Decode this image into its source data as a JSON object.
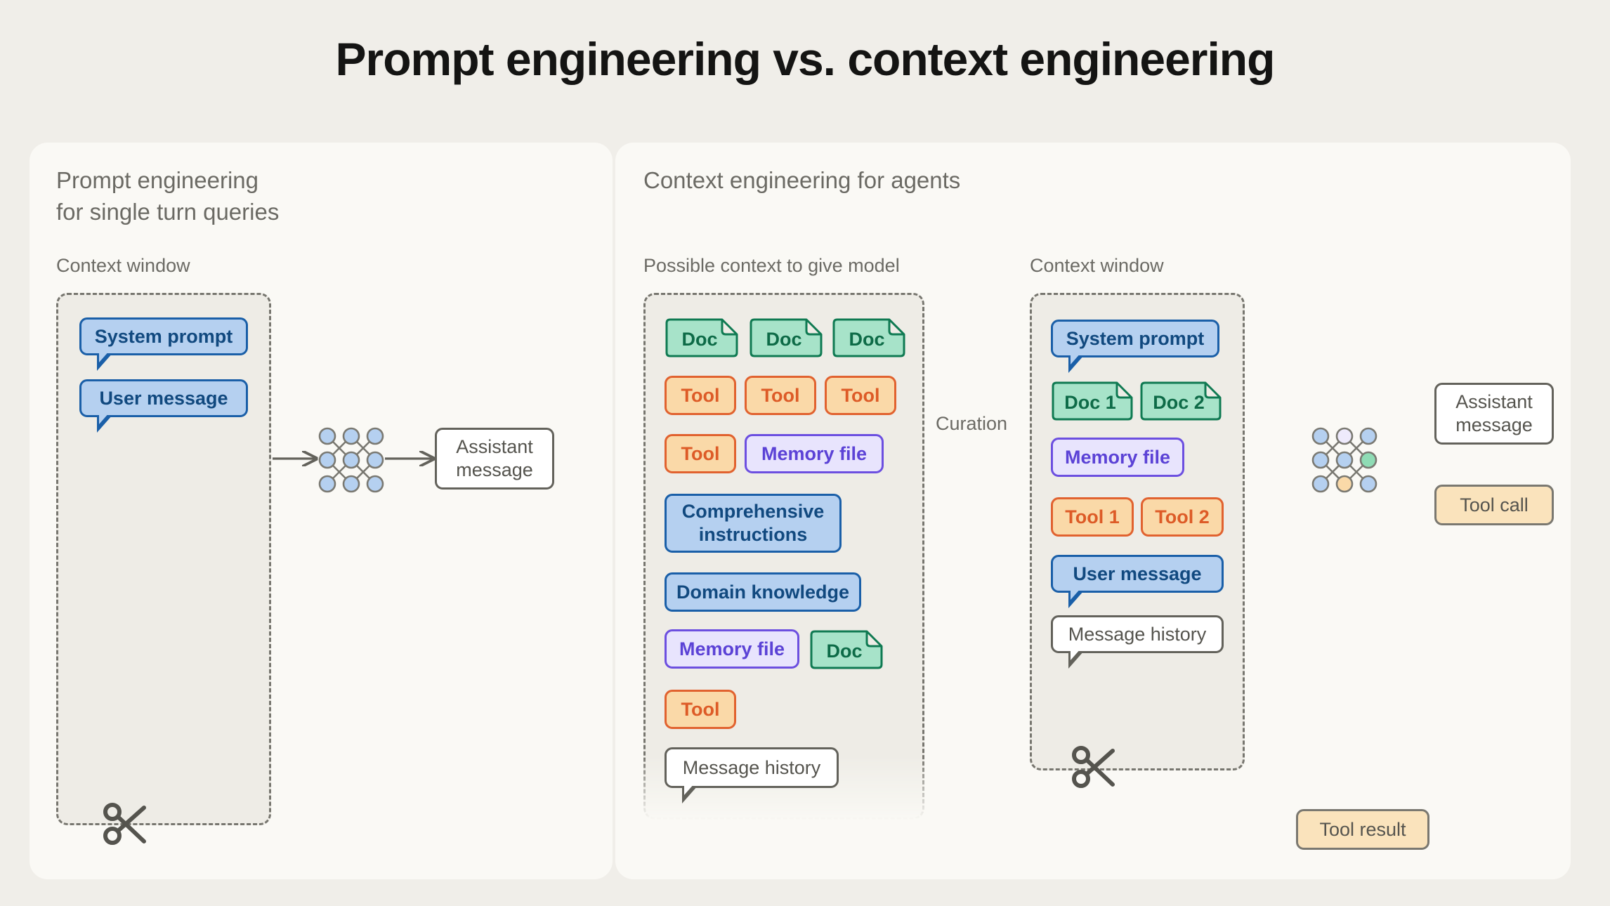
{
  "page": {
    "title": "Prompt engineering vs. context engineering",
    "bg_color": "#f0eee9",
    "panel_color": "#faf9f5"
  },
  "colors": {
    "blue_fill": "#b5d0f0",
    "blue_border": "#1a5fa8",
    "orange_fill": "#fad9a8",
    "orange_border": "#e1622f",
    "green_fill": "#a7e3c9",
    "green_border": "#0f7a52",
    "purple_fill": "#e8e4fd",
    "purple_border": "#6c4fe0",
    "tan_fill": "#fae3bc",
    "gray_border": "#63625b",
    "text_muted": "#6b6a64"
  },
  "left_panel": {
    "heading": "Prompt engineering\nfor single turn queries",
    "context_window_label": "Context window",
    "items": [
      {
        "label": "System prompt",
        "kind": "blue-bubble"
      },
      {
        "label": "User message",
        "kind": "blue-bubble"
      }
    ],
    "output": {
      "label": "Assistant\nmessage",
      "kind": "white-box"
    },
    "scissors_icon": "scissors-icon"
  },
  "right_panel": {
    "heading": "Context engineering for agents",
    "possible_context_label": "Possible context to give model",
    "context_window_label": "Context window",
    "curation_label": "Curation",
    "possible_context_items": [
      {
        "label": "Doc",
        "kind": "doc"
      },
      {
        "label": "Doc",
        "kind": "doc"
      },
      {
        "label": "Doc",
        "kind": "doc"
      },
      {
        "label": "Tool",
        "kind": "orange"
      },
      {
        "label": "Tool",
        "kind": "orange"
      },
      {
        "label": "Tool",
        "kind": "orange"
      },
      {
        "label": "Tool",
        "kind": "orange"
      },
      {
        "label": "Memory file",
        "kind": "purple"
      },
      {
        "label": "Comprehensive\ninstructions",
        "kind": "blue"
      },
      {
        "label": "Domain knowledge",
        "kind": "blue"
      },
      {
        "label": "Memory file",
        "kind": "purple"
      },
      {
        "label": "Doc",
        "kind": "doc"
      },
      {
        "label": "Tool",
        "kind": "orange"
      },
      {
        "label": "Message history",
        "kind": "white-bubble"
      }
    ],
    "context_window_items": [
      {
        "label": "System prompt",
        "kind": "blue-bubble"
      },
      {
        "label": "Doc 1",
        "kind": "doc"
      },
      {
        "label": "Doc 2",
        "kind": "doc"
      },
      {
        "label": "Memory file",
        "kind": "purple"
      },
      {
        "label": "Tool 1",
        "kind": "orange"
      },
      {
        "label": "Tool 2",
        "kind": "orange"
      },
      {
        "label": "User message",
        "kind": "blue-bubble"
      },
      {
        "label": "Message history",
        "kind": "white-bubble"
      }
    ],
    "outputs": [
      {
        "label": "Assistant\nmessage",
        "kind": "white-box"
      },
      {
        "label": "Tool call",
        "kind": "tan-box"
      }
    ],
    "tool_result": {
      "label": "Tool result",
      "kind": "tan-box"
    },
    "scissors_icon": "scissors-icon"
  }
}
